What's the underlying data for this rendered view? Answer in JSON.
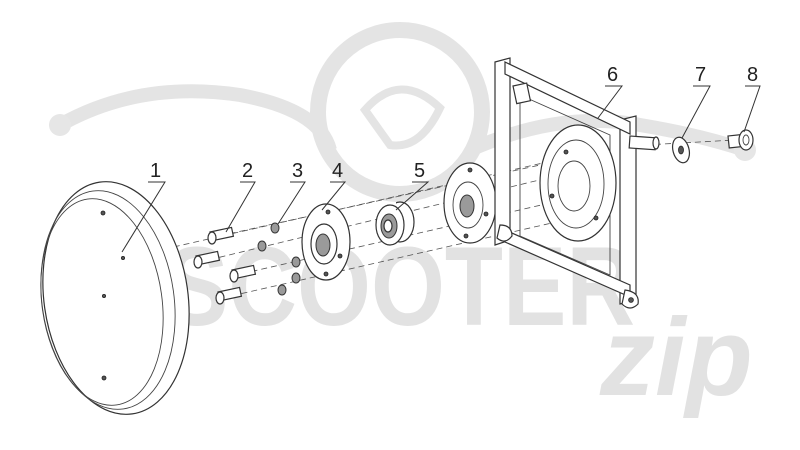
{
  "watermark": {
    "brand_text": "SCOOTER",
    "script_text": "zip",
    "color": "#e4e4e4"
  },
  "parts": [
    {
      "number": "1",
      "part": "pulley-disc"
    },
    {
      "number": "2",
      "part": "bolt"
    },
    {
      "number": "3",
      "part": "washer"
    },
    {
      "number": "4",
      "part": "bearing-hub"
    },
    {
      "number": "5",
      "part": "ball-bearing"
    },
    {
      "number": "6",
      "part": "mounting-frame"
    },
    {
      "number": "7",
      "part": "washer"
    },
    {
      "number": "8",
      "part": "nut"
    }
  ],
  "colors": {
    "line": "#333333",
    "label": "#222222",
    "background": "#ffffff"
  }
}
